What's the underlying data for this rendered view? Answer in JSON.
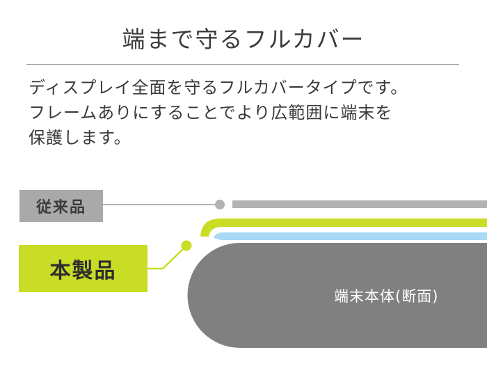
{
  "title": "端まで守るフルカバー",
  "description": [
    "ディスプレイ全面を守るフルカバータイプです。",
    "フレームありにすることでより広範囲に端末を",
    "保護します。"
  ],
  "labels": {
    "conventional": "従来品",
    "this_product": "本製品",
    "device": "端末本体(断面)"
  },
  "colors": {
    "conventional": "#b3b3b3",
    "product_frame": "#c9dc26",
    "product_glass": "#a8daf5",
    "device": "#808080",
    "text": "#3a3a3a"
  }
}
